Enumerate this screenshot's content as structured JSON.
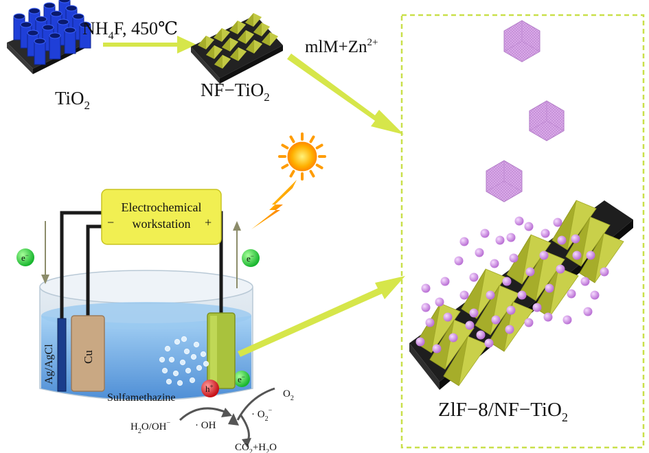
{
  "labels": {
    "tio2": {
      "base": "TiO",
      "sub": "2"
    },
    "nh4f": {
      "a": "NH",
      "sub": "4",
      "b": "F, 450℃"
    },
    "nftio2": {
      "base": "NF−TiO",
      "sub": "2"
    },
    "mlm": {
      "base": "mlM+Zn",
      "sup": "2+"
    },
    "zif": {
      "base": "ZlF−8/NF−TiO",
      "sub": "2"
    },
    "station_line1": "Electrochemical",
    "station_line2": "workstation",
    "minus": "−",
    "plus": "+",
    "electron": "e",
    "electron_sup": "−",
    "hole": "h",
    "hole_sup": "+",
    "ref_electrode": "Ag/AgCl",
    "counter_electrode": "Cu",
    "solution": "Sulfamethazine",
    "o2": "O",
    "o2_sub": "2",
    "superoxide": "· O",
    "superoxide_sub": "2",
    "superoxide_sup": "−",
    "water": "H",
    "water_sub": "2",
    "water_rest": "O/OH",
    "water_sup": "−",
    "hydroxyl": "· OH",
    "co2": "CO",
    "co2_sub": "2",
    "co2_rest": "+H",
    "co2_sub2": "2",
    "co2_end": "O"
  },
  "colors": {
    "nanotube": "#1f3fd8",
    "pyramid": "#d8df5a",
    "pyramid_dark": "#a6ad2a",
    "zif_crystal": "#d9a8e8",
    "arrow": "#d6e64a",
    "workstation": "#f1ef52",
    "liquid": "#7fb6ea",
    "electron_ball": "#2fd84a",
    "hole_ball": "#e1262b",
    "dashed_border": "#c9e04a"
  }
}
